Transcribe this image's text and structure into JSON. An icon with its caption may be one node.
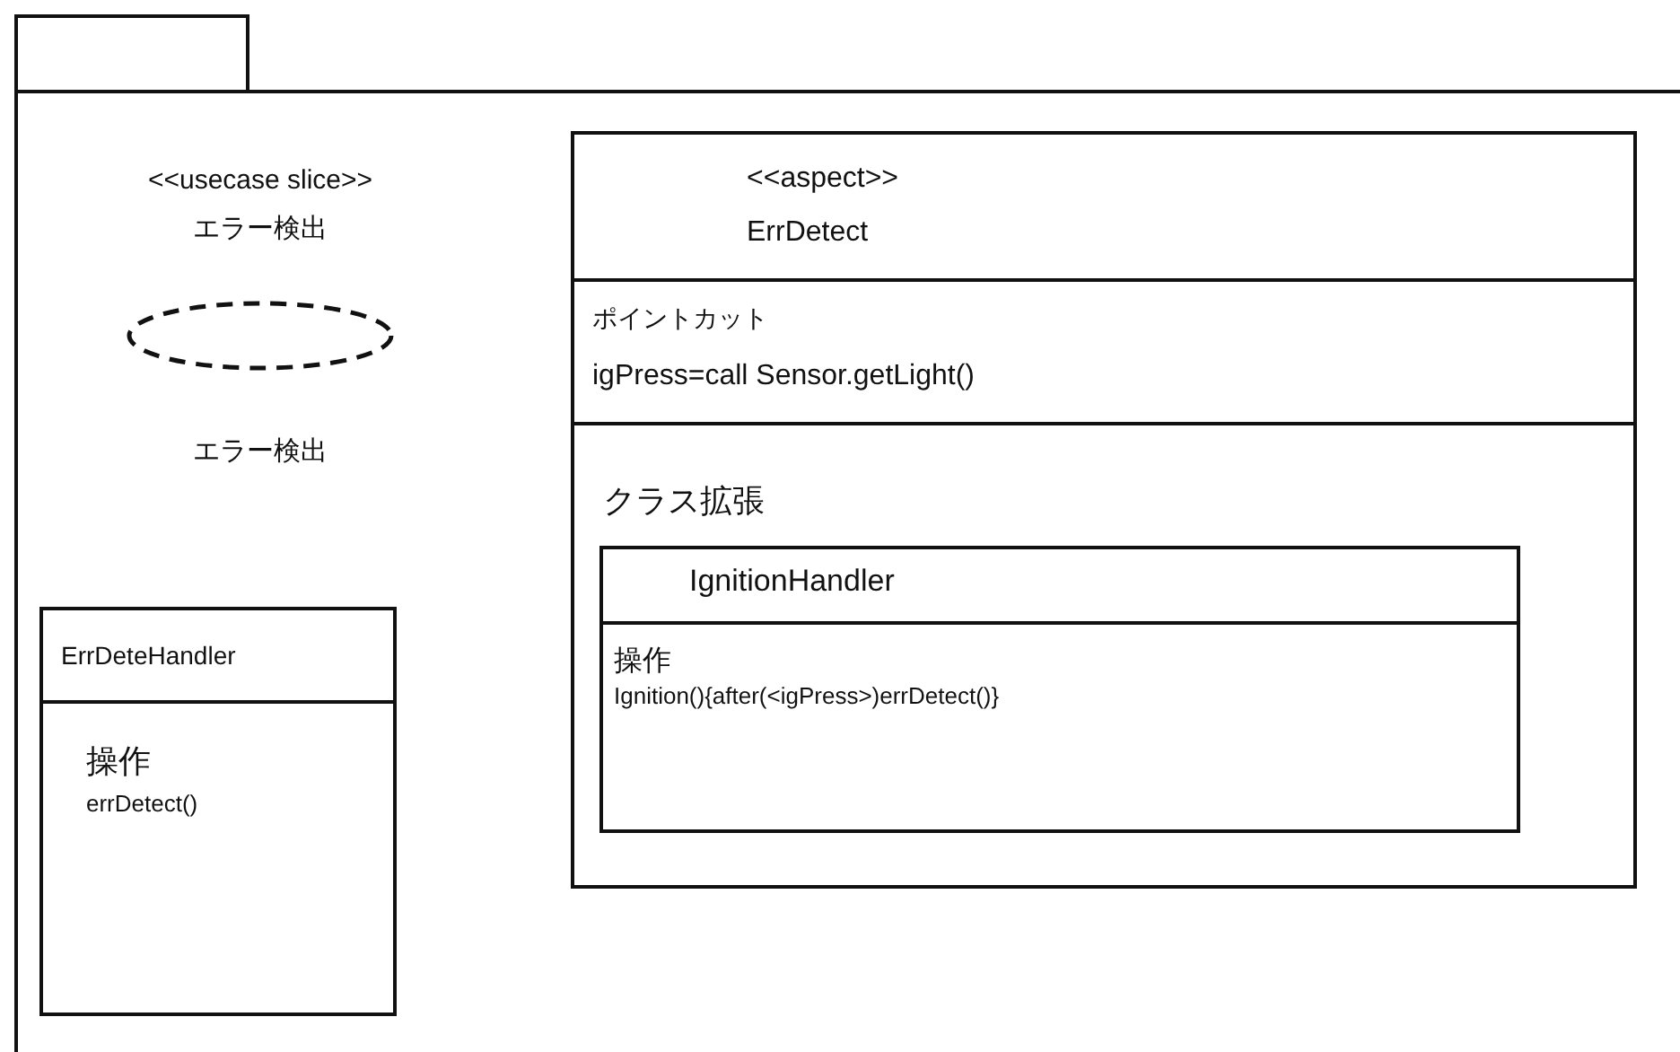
{
  "diagram": {
    "nodes": [
      {
        "text": [],
        "shape": "box"
      },
      {
        "text": [],
        "shape": "ellipse",
        "in": 0,
        "beside": [
          "<<usecase slice>>",
          "エラー検出",
          "エラー検出"
        ]
      },
      {
        "text": [
          "<<aspect>>",
          "ErrDetect",
          "ポイントカット",
          "igPress=call Sensor.getLight()",
          "クラス拡張"
        ],
        "in": 0
      },
      {
        "text": [
          "IgnitionHandler",
          "操作",
          "Ignition(){after(<igPress>)errDetect()}"
        ],
        "in": 2
      },
      {
        "text": [
          "ErrDeteHandler",
          "操作",
          "errDetect()"
        ],
        "in": 0
      }
    ]
  }
}
